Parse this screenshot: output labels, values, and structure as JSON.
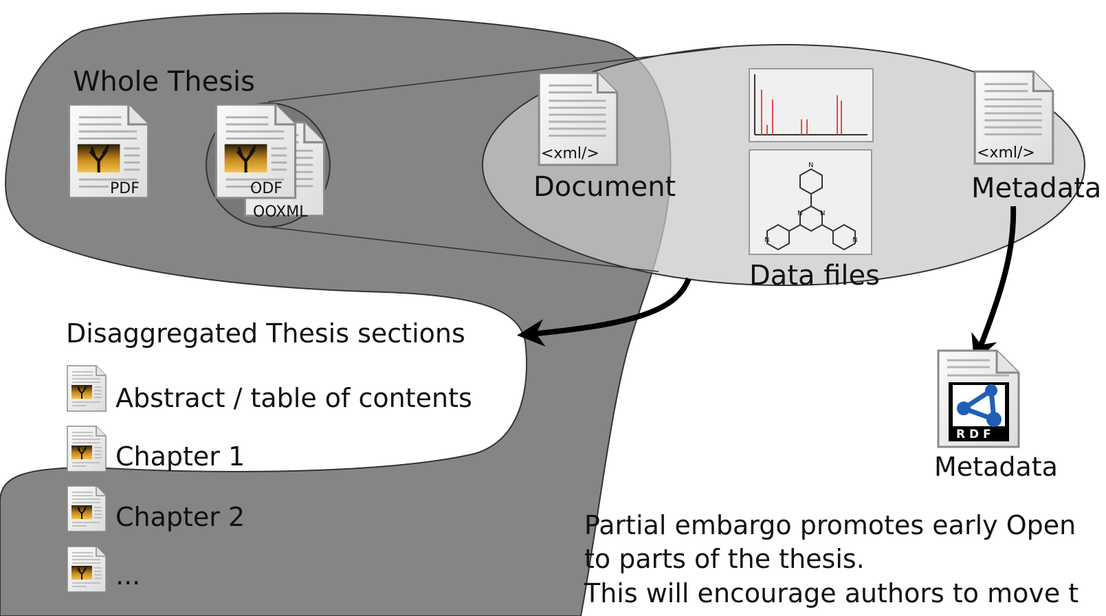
{
  "whole_thesis": {
    "title": "Whole Thesis",
    "formats": [
      "PDF",
      "ODF",
      "OOXML"
    ]
  },
  "components": {
    "document": {
      "tag": "<xml/>",
      "label": "Document"
    },
    "data_files": {
      "label": "Data files"
    },
    "metadata": {
      "tag": "<xml/>",
      "label": "Metadata"
    }
  },
  "sections": {
    "title": "Disaggregated Thesis sections",
    "items": [
      "Abstract / table of contents",
      "Chapter 1",
      "Chapter 2",
      "..."
    ]
  },
  "rdf": {
    "badge": "R D F",
    "label": "Metadata"
  },
  "caption": [
    "Partial embargo promotes early Open",
    "to parts of the thesis.",
    "This will encourage authors to move t"
  ],
  "chart_data": {
    "type": "bar",
    "values": [
      0.82,
      0.18,
      0.64,
      0.28,
      0.28,
      0.72,
      0.62
    ]
  },
  "colors": {
    "embargo_region": "#858585",
    "package_ellipse": "#c8c8c8",
    "spectrum": "#e8474b",
    "molecule_nitrogen": "#3a4fd0",
    "rdf_blue": "#1f5fb5"
  },
  "icons": [
    "pdf-file-icon",
    "odf-file-icon",
    "ooxml-file-icon",
    "xml-file-icon",
    "spectrum-chart-icon",
    "molecule-structure-icon",
    "rdf-file-icon",
    "section-file-icon"
  ]
}
